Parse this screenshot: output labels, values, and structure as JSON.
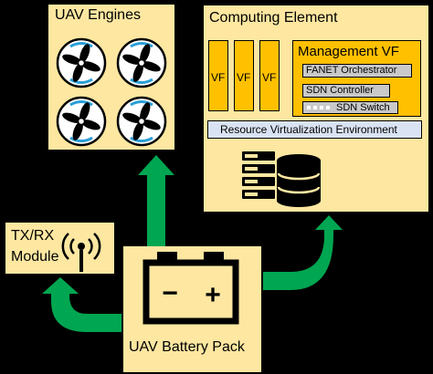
{
  "uav_engines": {
    "title": "UAV Engines",
    "propeller_count": 4
  },
  "computing_element": {
    "title": "Computing Element",
    "vf_labels": [
      "VF",
      "VF",
      "VF"
    ],
    "management": {
      "title": "Management VF",
      "items": [
        "FANET Orchestrator",
        "SDN Controller",
        "SDN Switch"
      ]
    },
    "resource_layer": "Resource Virtualization Environment"
  },
  "txrx": {
    "line1": "TX/RX",
    "line2": "Module"
  },
  "battery": {
    "title": "UAV Battery Pack",
    "minus": "−",
    "plus": "+"
  },
  "colors": {
    "box_fill": "#fde7a1",
    "arrow_green": "#00a651",
    "vf_yellow": "#ffc000",
    "mgmt_item_fill": "#c9c9c9",
    "resource_fill": "#dae3f3",
    "propeller_blue": "#2a9fd6"
  }
}
